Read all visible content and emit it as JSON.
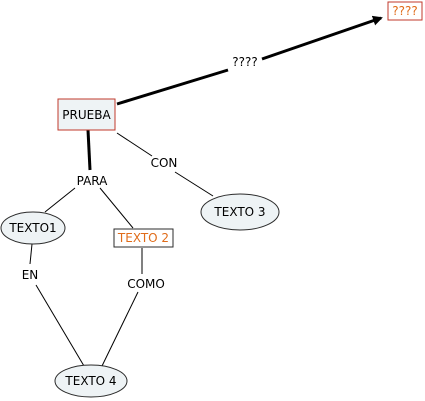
{
  "colors": {
    "concept_fill": "#eef3f5",
    "concept_stroke": "#2b2b2b",
    "emphasis_stroke": "#c0392b",
    "emphasis_text": "#e06c1a",
    "edge": "#000000",
    "text": "#000000"
  },
  "concepts": {
    "prueba": "PRUEBA",
    "top_box": "????",
    "texto1": "TEXTO1",
    "texto2": "TEXTO 2",
    "texto3": "TEXTO 3",
    "texto4": "TEXTO 4"
  },
  "linking_phrases": {
    "prueba_to_top": "????",
    "para": "PARA",
    "con": "CON",
    "en": "EN",
    "como": "COMO"
  }
}
